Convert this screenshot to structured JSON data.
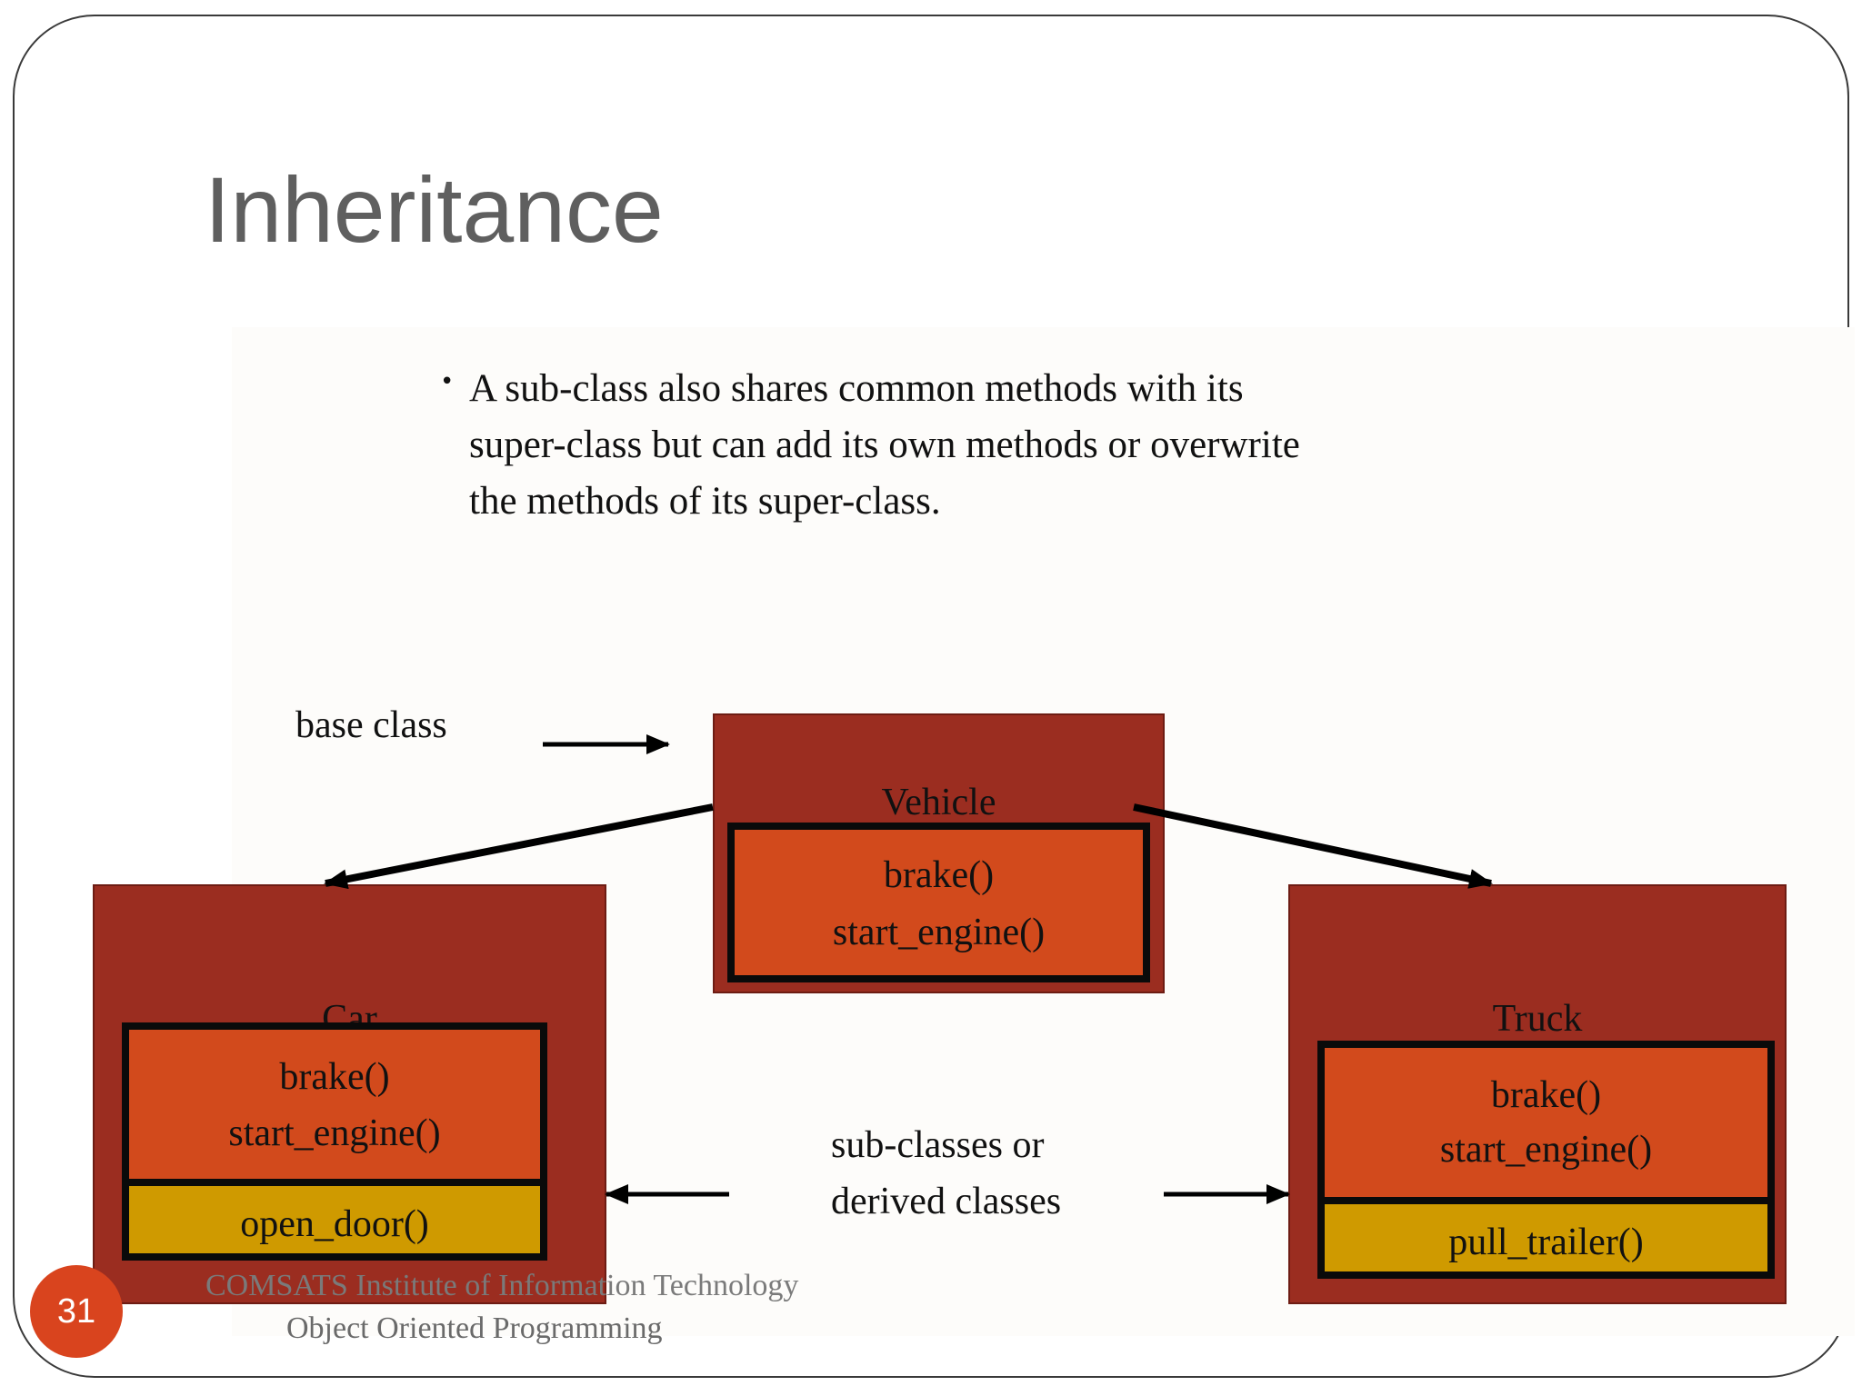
{
  "slide": {
    "title": "Inheritance",
    "bullet_lines": [
      "A sub-class also shares common methods with its",
      "super-class but can add its own methods or overwrite",
      "the methods of its super-class."
    ],
    "slide_number": "31",
    "footer_line1": "COMSATS Institute of Information Technology",
    "footer_line2": "Object Oriented Programming"
  },
  "diagram": {
    "base_label": "base class",
    "sub_label_lines": [
      "sub-classes or",
      "derived classes"
    ],
    "vehicle": {
      "name": "Vehicle",
      "methods": [
        "brake()",
        "start_engine()"
      ]
    },
    "car": {
      "name": "Car",
      "methods": [
        "brake()",
        "start_engine()"
      ],
      "extra": "open_door()"
    },
    "truck": {
      "name": "Truck",
      "methods": [
        "brake()",
        "start_engine()"
      ],
      "extra": "pull_trailer()"
    },
    "colors": {
      "class_box": "#9b2d20",
      "methods_box": "#d24a1c",
      "extra_box": "#cf9a00",
      "slide_number_badge": "#d9441e"
    }
  }
}
